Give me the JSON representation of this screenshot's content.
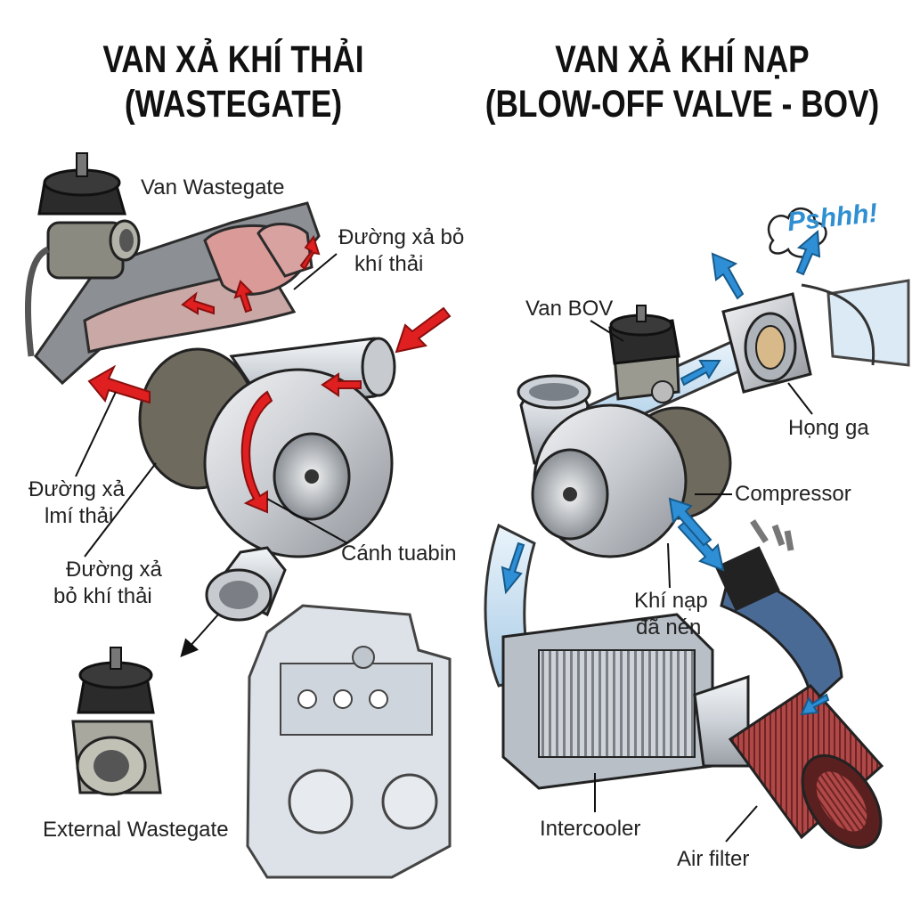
{
  "titles": {
    "left": [
      "VAN XẢ KHÍ THẢI",
      "(WASTEGATE)"
    ],
    "right": [
      "VAN XẢ KHÍ NẠP",
      "(BLOW-OFF VALVE - BOV)"
    ]
  },
  "left_labels": {
    "van_wastegate": "Van Wastegate",
    "duong_xa_bo_top": [
      "Đường xả bỏ",
      "khí thải"
    ],
    "duong_xa_lmi": [
      "Đường xả",
      "lmí thải"
    ],
    "duong_xa_bo_bottom": [
      "Đường xả",
      "bỏ khí thải"
    ],
    "canh_tuabin": "Cánh tuabin",
    "external_wastegate": "External Wastegate"
  },
  "right_labels": {
    "pshhh": "Pshhh!",
    "van_bov": "Van BOV",
    "hong_ga": "Họng ga",
    "compressor": "Compressor",
    "khi_nap": [
      "Khí nạp",
      "đã nén"
    ],
    "intercooler": "Intercooler",
    "air_filter": "Air filter"
  },
  "colors": {
    "exhaust_arrow": "#e02020",
    "intake_arrow": "#2e8fd6",
    "metal": "#c9ccd0",
    "valve_top": "#2a2a2a",
    "hose": "#4a6a96",
    "filter": "#a04040"
  }
}
